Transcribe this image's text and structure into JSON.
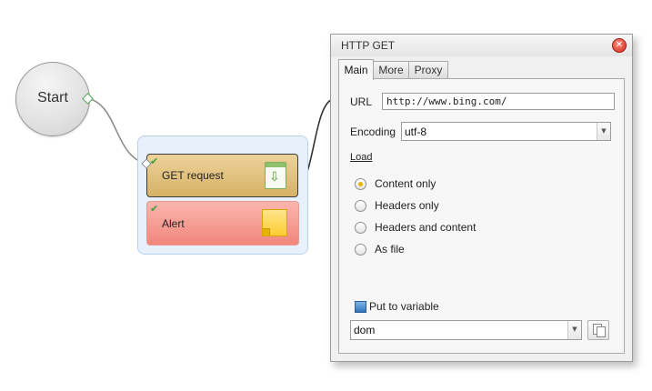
{
  "canvas": {
    "start_node": {
      "label": "Start"
    },
    "actions": [
      {
        "label": "GET request",
        "icon": "download-icon",
        "status": "check-icon"
      },
      {
        "label": "Alert",
        "icon": "sticky-note-icon",
        "status": "check-icon"
      }
    ]
  },
  "dialog": {
    "title": "HTTP GET",
    "tabs": [
      {
        "label": "Main",
        "active": true
      },
      {
        "label": "More",
        "active": false
      },
      {
        "label": "Proxy",
        "active": false
      }
    ],
    "url": {
      "label": "URL",
      "value": "http://www.bing.com/"
    },
    "encoding": {
      "label": "Encoding",
      "value": "utf-8"
    },
    "load": {
      "label": "Load",
      "options": [
        {
          "label": "Content only",
          "selected": true
        },
        {
          "label": "Headers only",
          "selected": false
        },
        {
          "label": "Headers and content",
          "selected": false
        },
        {
          "label": "As file",
          "selected": false
        }
      ]
    },
    "put_to_variable": {
      "label": "Put to variable",
      "value": "dom"
    }
  },
  "colors": {
    "get_request_fill": "#d9b46a",
    "alert_fill": "#f3897f",
    "group_fill": "#e8f1fb",
    "radio_selected": "#e6b800",
    "close_button": "#d0281a"
  }
}
